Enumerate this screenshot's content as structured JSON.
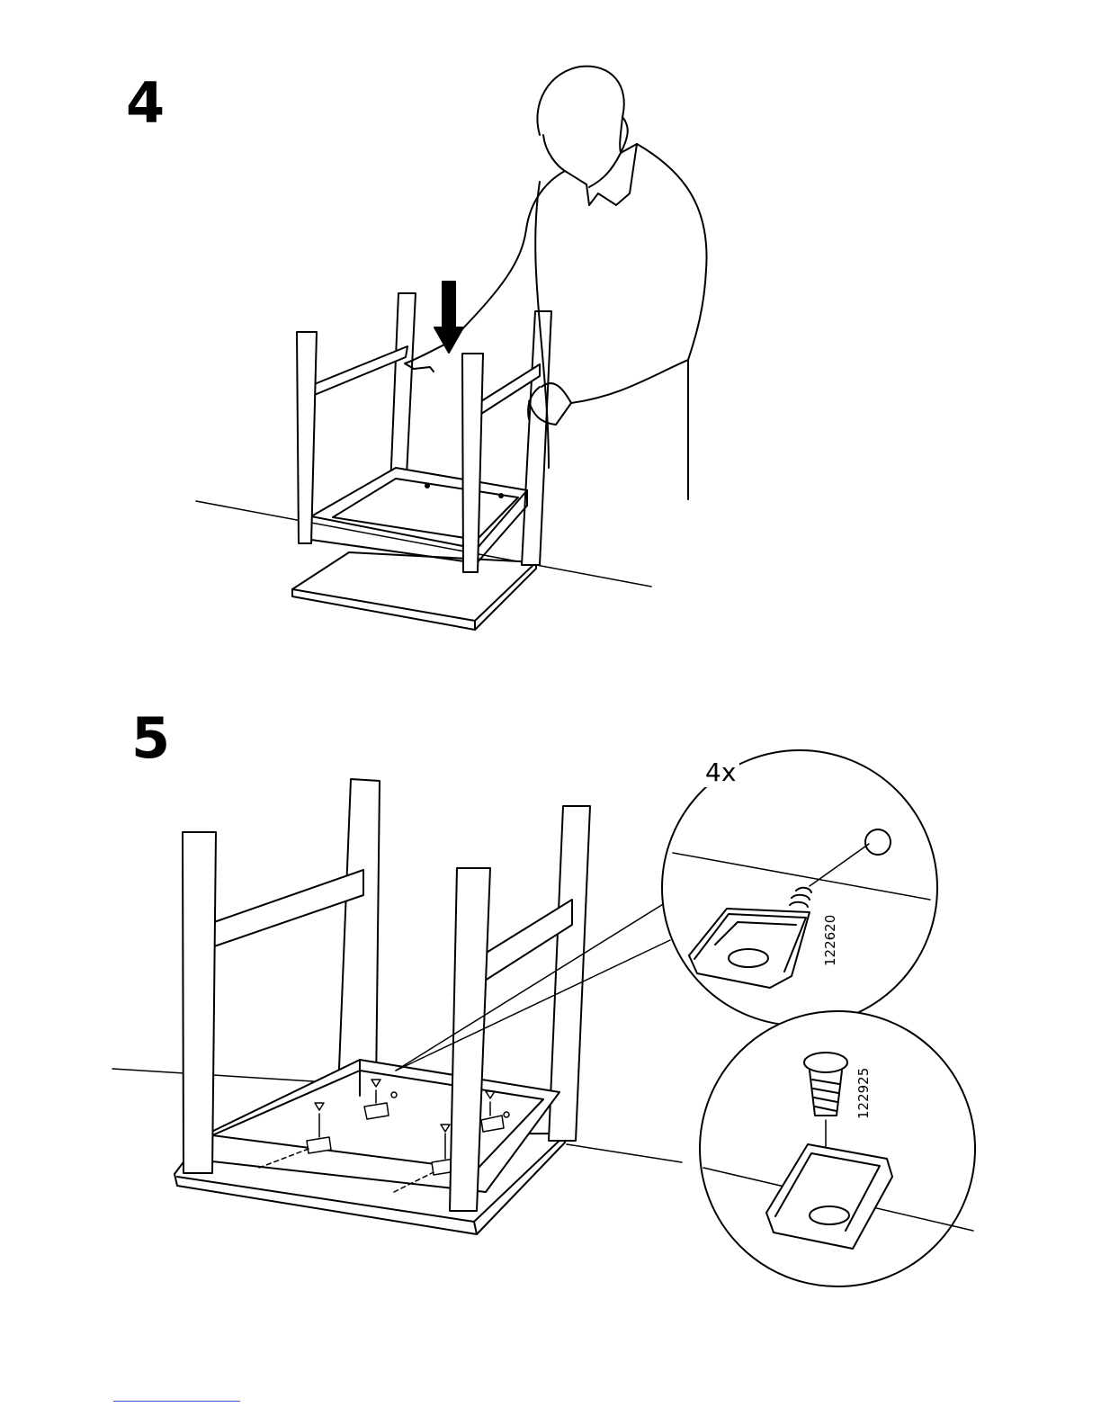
{
  "steps": [
    {
      "number": "4"
    },
    {
      "number": "5"
    }
  ],
  "detail": {
    "quantity": "4x",
    "parts": [
      {
        "article_number": "122620",
        "icon": "bracket-with-dowel"
      },
      {
        "article_number": "122925",
        "icon": "screw-and-bracket"
      }
    ]
  },
  "colors": {
    "ink": "#000000",
    "paper": "#ffffff",
    "footer_rule": "#3b57c4"
  }
}
